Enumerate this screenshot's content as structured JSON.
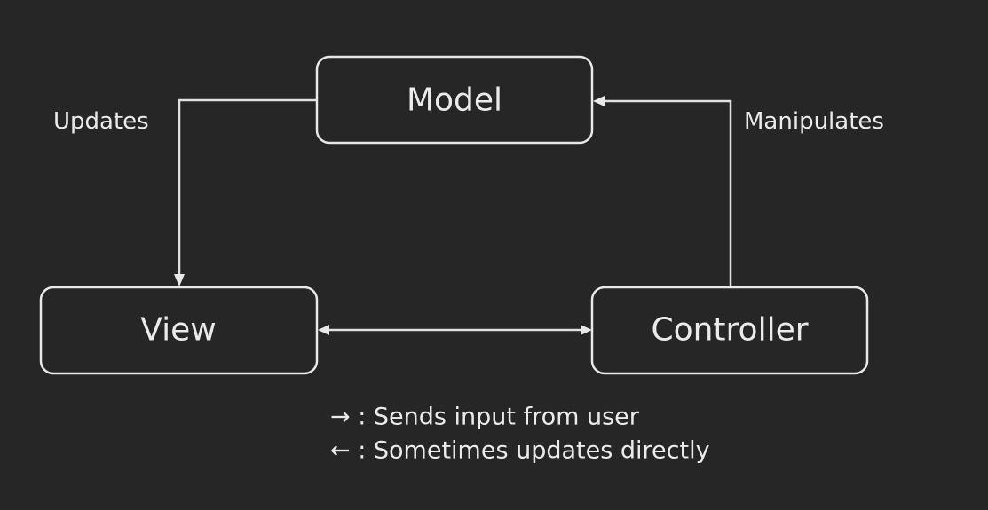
{
  "diagram": {
    "nodes": {
      "model": "Model",
      "view": "View",
      "controller": "Controller"
    },
    "edges": {
      "updates": "Updates",
      "manipulates": "Manipulates"
    },
    "legend": [
      "→ : Sends input from user",
      "← : Sometimes updates directly"
    ]
  },
  "colors": {
    "background": "#262626",
    "stroke": "#e8e8e8",
    "text": "#ebebeb"
  }
}
